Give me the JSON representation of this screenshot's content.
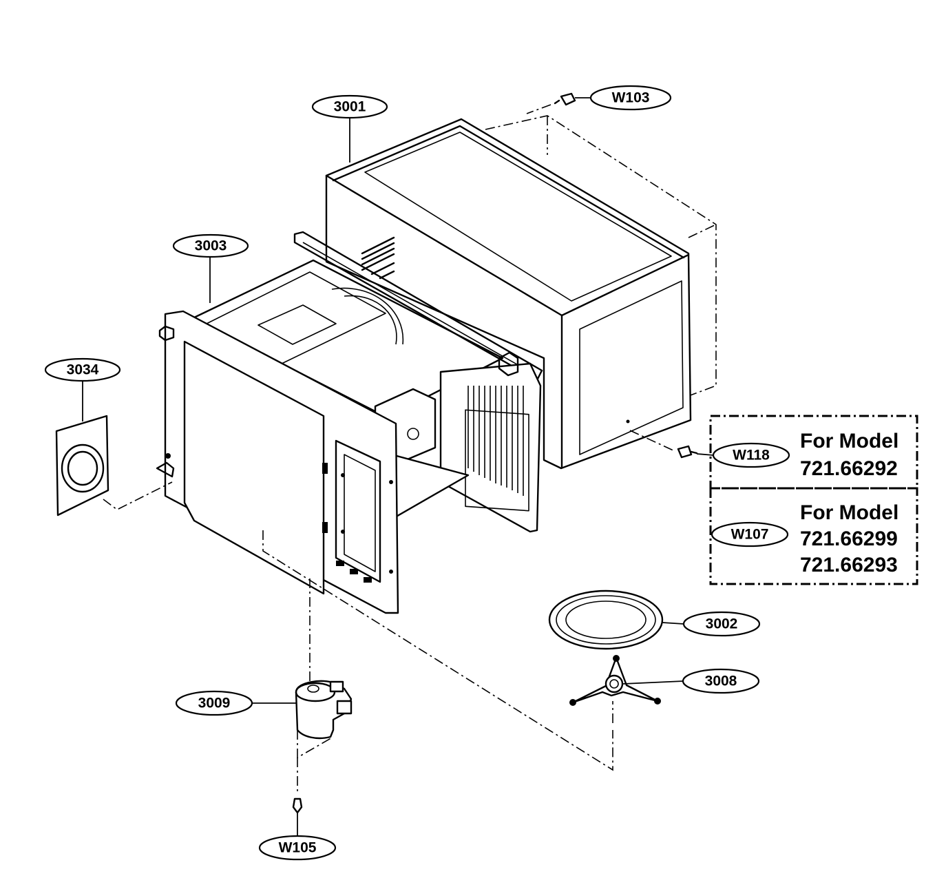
{
  "callouts": {
    "c3001": "3001",
    "cW103": "W103",
    "c3003": "3003",
    "c3034": "3034",
    "cW118": "W118",
    "cW107": "W107",
    "c3002": "3002",
    "c3008": "3008",
    "c3009": "3009",
    "cW105": "W105"
  },
  "model_boxes": {
    "box1": {
      "heading": "For Model",
      "models": [
        "721.66292"
      ]
    },
    "box2": {
      "heading": "For Model",
      "models": [
        "721.66299",
        "721.66293"
      ]
    }
  }
}
